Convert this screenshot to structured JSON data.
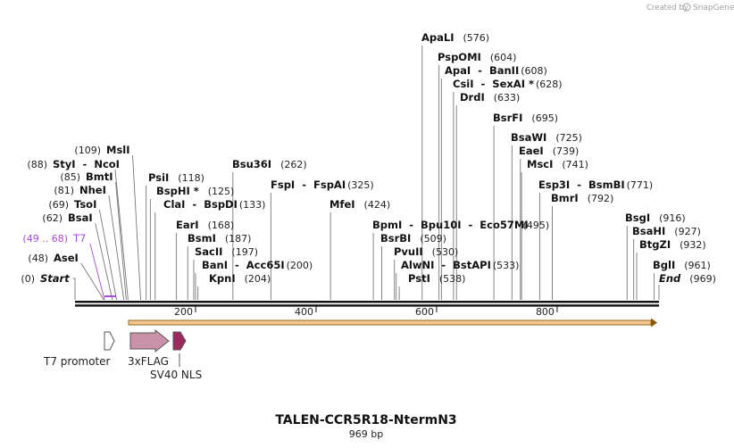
{
  "credit": {
    "prefix": "Created by",
    "brand": "SnapGene"
  },
  "map": {
    "title": "TALEN-CCR5R18-NtermN3",
    "length_label": "969 bp",
    "total_bp": 969
  },
  "ticks": [
    200,
    400,
    600,
    800
  ],
  "sites": [
    {
      "id": "start",
      "text": "Start",
      "italic": true,
      "pos": 0,
      "pos_text": "(0)"
    },
    {
      "id": "asei",
      "text": "AseI",
      "pos": 48,
      "pos_text": "(48)"
    },
    {
      "id": "t7",
      "text": "T7",
      "primer": true,
      "pos": 49,
      "pos_text": "(49 .. 68)"
    },
    {
      "id": "bsai",
      "text": "BsaI",
      "pos": 62,
      "pos_text": "(62)"
    },
    {
      "id": "tsoi",
      "text": "TsoI",
      "pos": 69,
      "pos_text": "(69)"
    },
    {
      "id": "nhei",
      "text": "NheI",
      "pos": 81,
      "pos_text": "(81)"
    },
    {
      "id": "bmti",
      "text": "BmtI",
      "pos": 85,
      "pos_text": "(85)"
    },
    {
      "id": "styi",
      "text": "StyI  -  NcoI",
      "pos": 88,
      "pos_text": "(88)"
    },
    {
      "id": "msli",
      "text": "MslI",
      "pos": 109,
      "pos_text": "(109)"
    },
    {
      "id": "psii",
      "text": "PsiI",
      "pos": 118,
      "pos_text": "(118)"
    },
    {
      "id": "bsphi",
      "text": "BspHI *",
      "pos": 125,
      "pos_text": "(125)"
    },
    {
      "id": "clai",
      "text": "ClaI  -  BspDI",
      "pos": 133,
      "pos_text": "(133)"
    },
    {
      "id": "eari",
      "text": "EarI",
      "pos": 168,
      "pos_text": "(168)"
    },
    {
      "id": "bsmi",
      "text": "BsmI",
      "pos": 187,
      "pos_text": "(187)"
    },
    {
      "id": "sacii",
      "text": "SacII",
      "pos": 197,
      "pos_text": "(197)"
    },
    {
      "id": "bani",
      "text": "BanI  -  Acc65I",
      "pos": 200,
      "pos_text": "(200)"
    },
    {
      "id": "kpni",
      "text": "KpnI",
      "pos": 204,
      "pos_text": "(204)"
    },
    {
      "id": "bsu36i",
      "text": "Bsu36I",
      "pos": 262,
      "pos_text": "(262)"
    },
    {
      "id": "fspi",
      "text": "FspI  -  FspAI",
      "pos": 325,
      "pos_text": "(325)"
    },
    {
      "id": "mfei",
      "text": "MfeI",
      "pos": 424,
      "pos_text": "(424)"
    },
    {
      "id": "bpmi",
      "text": "BpmI  -  Bpu10I  -  Eco57MI",
      "pos": 495,
      "pos_text": "(495)"
    },
    {
      "id": "bsrbi",
      "text": "BsrBI",
      "pos": 509,
      "pos_text": "(509)"
    },
    {
      "id": "pvuii",
      "text": "PvuII",
      "pos": 530,
      "pos_text": "(530)"
    },
    {
      "id": "alwni",
      "text": "AlwNI  -  BstAPI",
      "pos": 533,
      "pos_text": "(533)"
    },
    {
      "id": "psti",
      "text": "PstI",
      "pos": 538,
      "pos_text": "(538)"
    },
    {
      "id": "apali",
      "text": "ApaLI",
      "pos": 576,
      "pos_text": "(576)"
    },
    {
      "id": "pspomi",
      "text": "PspOMI",
      "pos": 604,
      "pos_text": "(604)"
    },
    {
      "id": "apai",
      "text": "ApaI  -  BanII",
      "pos": 608,
      "pos_text": "(608)"
    },
    {
      "id": "csii",
      "text": "CsiI  -  SexAI *",
      "pos": 628,
      "pos_text": "(628)"
    },
    {
      "id": "drdi",
      "text": "DrdI",
      "pos": 633,
      "pos_text": "(633)"
    },
    {
      "id": "bsrfi",
      "text": "BsrFI",
      "pos": 695,
      "pos_text": "(695)"
    },
    {
      "id": "bsawi",
      "text": "BsaWI",
      "pos": 725,
      "pos_text": "(725)"
    },
    {
      "id": "eaei",
      "text": "EaeI",
      "pos": 739,
      "pos_text": "(739)"
    },
    {
      "id": "msci",
      "text": "MscI",
      "pos": 741,
      "pos_text": "(741)"
    },
    {
      "id": "esp3i",
      "text": "Esp3I  -  BsmBI",
      "pos": 771,
      "pos_text": "(771)"
    },
    {
      "id": "bmri",
      "text": "BmrI",
      "pos": 792,
      "pos_text": "(792)"
    },
    {
      "id": "bsgi",
      "text": "BsgI",
      "pos": 916,
      "pos_text": "(916)"
    },
    {
      "id": "bsahi",
      "text": "BsaHI",
      "pos": 927,
      "pos_text": "(927)"
    },
    {
      "id": "btgzi",
      "text": "BtgZI",
      "pos": 932,
      "pos_text": "(932)"
    },
    {
      "id": "bgli",
      "text": "BglI",
      "pos": 961,
      "pos_text": "(961)"
    },
    {
      "id": "end",
      "text": "End",
      "italic": true,
      "pos": 969,
      "pos_text": "(969)"
    }
  ],
  "features": [
    {
      "id": "t7-promoter",
      "label": "T7 promoter",
      "color": "#ffffff"
    },
    {
      "id": "3xflag",
      "label": "3xFLAG",
      "color": "#c992a8"
    },
    {
      "id": "sv40-nls",
      "label": "SV40 NLS",
      "color": "#9c2a5e"
    }
  ],
  "colors": {
    "primer": "#a94ad6",
    "orf_fill": "#f0c890",
    "orf_line": "#8a5a00"
  }
}
